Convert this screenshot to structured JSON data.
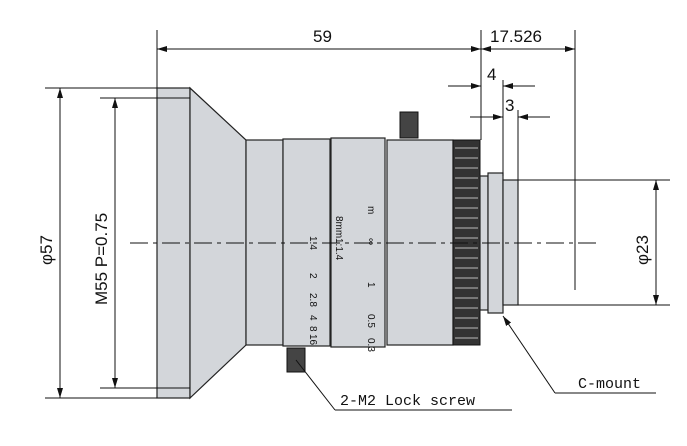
{
  "dimensions": {
    "overall_length": "59",
    "back_focus": "17.526",
    "flange_4": "4",
    "flange_3": "3",
    "outer_diameter": "φ57",
    "filter_thread": "M55 P=0.75",
    "mount_diameter": "φ23"
  },
  "lens_markings": {
    "focal": "8mm",
    "ratio": "1:1.4",
    "unit": "m",
    "focus_scale": [
      "∞",
      "1",
      "0.5",
      "0.3"
    ],
    "aperture_scale": [
      "1.4",
      "2",
      "2.8",
      "4",
      "8",
      "16"
    ]
  },
  "callouts": {
    "lock_screw": "2-M2 Lock screw",
    "mount": "C-mount"
  },
  "colors": {
    "body": "#d3d6da",
    "line": "#111111"
  }
}
